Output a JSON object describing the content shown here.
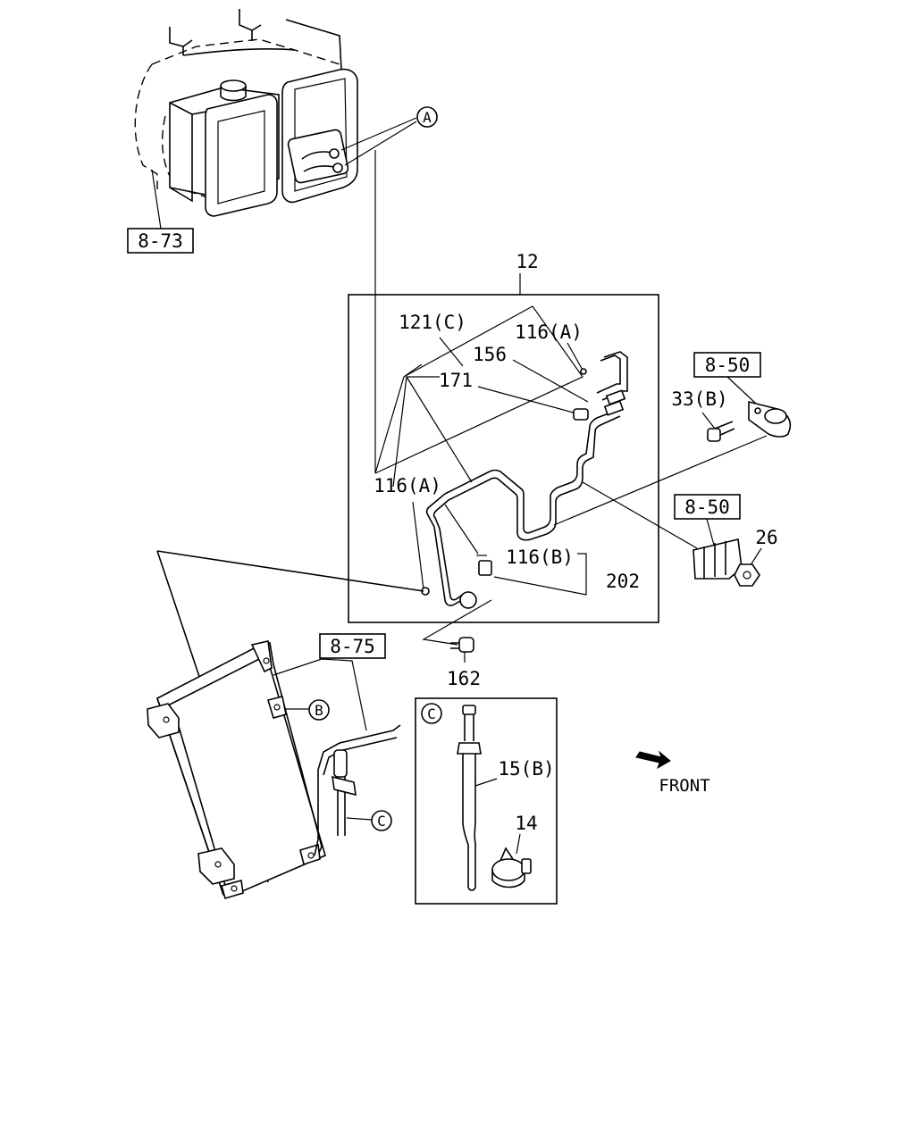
{
  "references": {
    "ref_8_73": "8-73",
    "ref_8_50_top": "8-50",
    "ref_8_50_bottom": "8-50",
    "ref_8_75": "8-75"
  },
  "callouts": {
    "a": "A",
    "b": "B",
    "c": "C",
    "c_detail": "C"
  },
  "part_labels": {
    "p12": "12",
    "p121c": "121(C)",
    "p116a_top": "116(A)",
    "p156": "156",
    "p171": "171",
    "p116a_left": "116(A)",
    "p116b": "116(B)",
    "p202": "202",
    "p33b": "33(B)",
    "p26": "26",
    "p162": "162",
    "p15b": "15(B)",
    "p14": "14"
  },
  "orientation": {
    "front_label": "FRONT"
  }
}
